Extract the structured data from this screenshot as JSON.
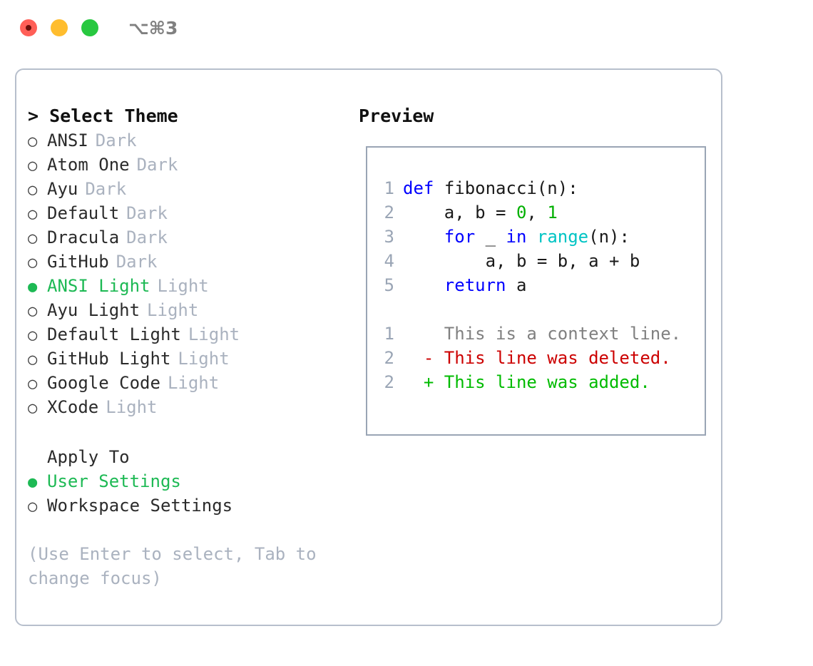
{
  "titlebar": {
    "buttons": [
      {
        "name": "close-button",
        "color": "#ff5f57"
      },
      {
        "name": "minimize-button",
        "color": "#ffbd2e"
      },
      {
        "name": "maximize-button",
        "color": "#28c840"
      }
    ],
    "shortcut": "⌥⌘3"
  },
  "theme_panel": {
    "header": "> Select Theme",
    "themes": [
      {
        "marker": "○",
        "name": "ANSI",
        "variant": "Dark",
        "selected": false
      },
      {
        "marker": "○",
        "name": "Atom One",
        "variant": "Dark",
        "selected": false
      },
      {
        "marker": "○",
        "name": "Ayu",
        "variant": "Dark",
        "selected": false
      },
      {
        "marker": "○",
        "name": "Default",
        "variant": "Dark",
        "selected": false
      },
      {
        "marker": "○",
        "name": "Dracula",
        "variant": "Dark",
        "selected": false
      },
      {
        "marker": "○",
        "name": "GitHub",
        "variant": "Dark",
        "selected": false
      },
      {
        "marker": "●",
        "name": "ANSI Light",
        "variant": "Light",
        "selected": true
      },
      {
        "marker": "○",
        "name": "Ayu Light",
        "variant": "Light",
        "selected": false
      },
      {
        "marker": "○",
        "name": "Default Light",
        "variant": "Light",
        "selected": false
      },
      {
        "marker": "○",
        "name": "GitHub Light",
        "variant": "Light",
        "selected": false
      },
      {
        "marker": "○",
        "name": "Google Code",
        "variant": "Light",
        "selected": false
      },
      {
        "marker": "○",
        "name": "XCode",
        "variant": "Light",
        "selected": false
      }
    ],
    "apply_to": {
      "heading": "Apply To",
      "options": [
        {
          "marker": "●",
          "label": "User Settings",
          "selected": true
        },
        {
          "marker": "○",
          "label": "Workspace Settings",
          "selected": false
        }
      ]
    },
    "hint": "(Use Enter to select, Tab to change focus)"
  },
  "preview": {
    "title": "Preview",
    "code_lines": [
      {
        "number": "1",
        "tokens": [
          {
            "text": "def",
            "kind": "kw"
          },
          {
            "text": " ",
            "kind": "pl"
          },
          {
            "text": "fibonacci(n):",
            "kind": "pl"
          }
        ]
      },
      {
        "number": "2",
        "tokens": [
          {
            "text": "    a, b = ",
            "kind": "pl"
          },
          {
            "text": "0",
            "kind": "num"
          },
          {
            "text": ", ",
            "kind": "pl"
          },
          {
            "text": "1",
            "kind": "num"
          }
        ]
      },
      {
        "number": "3",
        "tokens": [
          {
            "text": "    ",
            "kind": "pl"
          },
          {
            "text": "for",
            "kind": "kw"
          },
          {
            "text": " _ ",
            "kind": "pl"
          },
          {
            "text": "in",
            "kind": "kw"
          },
          {
            "text": " ",
            "kind": "pl"
          },
          {
            "text": "range",
            "kind": "fn"
          },
          {
            "text": "(n):",
            "kind": "pl"
          }
        ]
      },
      {
        "number": "4",
        "tokens": [
          {
            "text": "        a, b = b, a + b",
            "kind": "pl"
          }
        ]
      },
      {
        "number": "5",
        "tokens": [
          {
            "text": "    ",
            "kind": "pl"
          },
          {
            "text": "return",
            "kind": "kw"
          },
          {
            "text": " a",
            "kind": "pl"
          }
        ]
      }
    ],
    "diff_lines": [
      {
        "number": "1",
        "sign": " ",
        "text": "This is a context line.",
        "kind": "ctx"
      },
      {
        "number": "2",
        "sign": "-",
        "text": "This line was deleted.",
        "kind": "del"
      },
      {
        "number": "2",
        "sign": "+",
        "text": "This line was added.",
        "kind": "add"
      }
    ]
  },
  "colors": {
    "accent_green": "#1db954",
    "muted": "#aab2bf",
    "keyword": "#0000ff",
    "function": "#00c4c4",
    "number": "#00b000",
    "diff_delete": "#cc0000",
    "diff_add": "#00bb00",
    "border": "#b7bfcc",
    "preview_border": "#9aa5b5"
  }
}
